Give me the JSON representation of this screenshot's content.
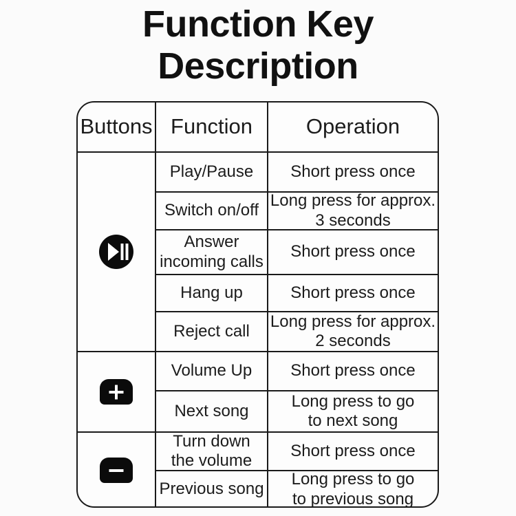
{
  "page": {
    "background": "#fbfbfb",
    "text_color": "#1c1c1c",
    "border_color": "#1a1a1a",
    "icon_color": "#0b0b0b"
  },
  "title": {
    "line1": "Function Key",
    "line2": "Description"
  },
  "table": {
    "headers": {
      "buttons": "Buttons",
      "function": "Function",
      "operation": "Operation"
    },
    "groups": [
      {
        "icon": "play-pause-icon",
        "rows": [
          {
            "function": "Play/Pause",
            "operation": "Short press once"
          },
          {
            "function": "Switch on/off",
            "operation": "Long press for approx.\n3 seconds"
          },
          {
            "function": "Answer\nincoming calls",
            "operation": "Short press once"
          },
          {
            "function": "Hang up",
            "operation": "Short press once"
          },
          {
            "function": "Reject call",
            "operation": "Long press for approx.\n2 seconds"
          }
        ]
      },
      {
        "icon": "plus-key-icon",
        "rows": [
          {
            "function": "Volume Up",
            "operation": "Short press once"
          },
          {
            "function": "Next song",
            "operation": "Long press to go\nto next song"
          }
        ]
      },
      {
        "icon": "minus-key-icon",
        "rows": [
          {
            "function": "Turn down\nthe volume",
            "operation": "Short press once"
          },
          {
            "function": "Previous song",
            "operation": "Long press to go\nto previous song"
          }
        ]
      }
    ]
  }
}
